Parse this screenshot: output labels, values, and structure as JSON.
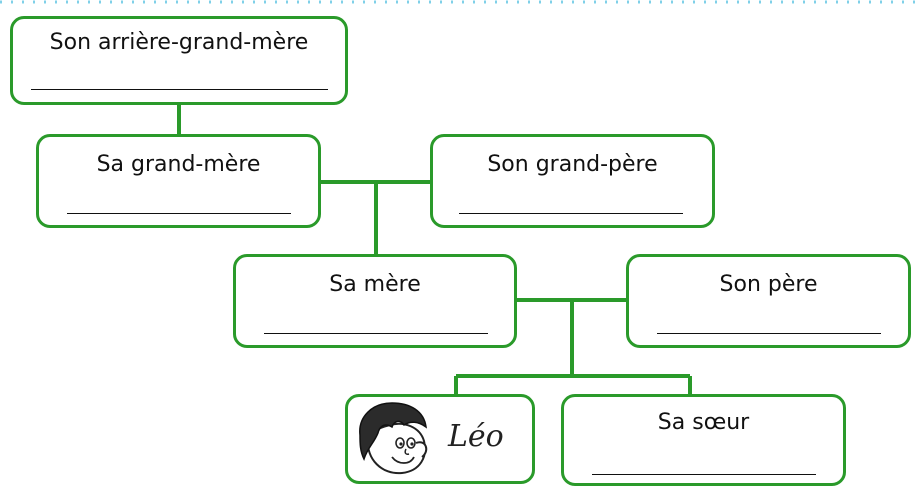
{
  "tree": {
    "great_grandmother": {
      "label": "Son arrière-grand-mère"
    },
    "grandmother": {
      "label": "Sa grand-mère"
    },
    "grandfather": {
      "label": "Son grand-père"
    },
    "mother": {
      "label": "Sa mère"
    },
    "father": {
      "label": "Son père"
    },
    "child": {
      "name": "Léo"
    },
    "sister": {
      "label": "Sa sœur"
    }
  },
  "colors": {
    "line": "#2a9a2a",
    "top_dots": "#7fd0e8"
  }
}
